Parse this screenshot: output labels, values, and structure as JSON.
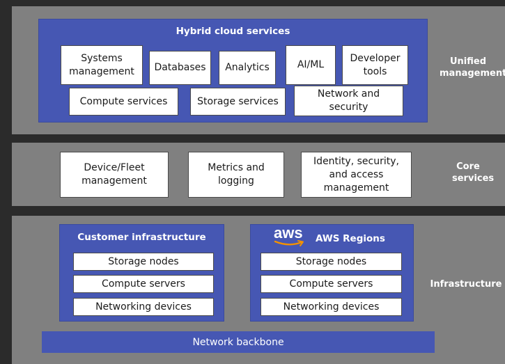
{
  "layers": {
    "unified": {
      "label": "Unified management",
      "hybrid_title": "Hybrid cloud services",
      "services": [
        "Systems management",
        "Databases",
        "Analytics",
        "AI/ML",
        "Developer tools",
        "Compute services",
        "Storage services",
        "Network and security"
      ]
    },
    "core": {
      "label": "Core services",
      "services": [
        "Device/Fleet management",
        "Metrics and logging",
        "Identity, security, and access management"
      ]
    },
    "infrastructure": {
      "label": "Infrastructure",
      "customer": {
        "title": "Customer infrastructure",
        "items": [
          "Storage nodes",
          "Compute servers",
          "Networking devices"
        ]
      },
      "aws": {
        "logo_text": "aws",
        "title": "AWS Regions",
        "items": [
          "Storage nodes",
          "Compute servers",
          "Networking devices"
        ]
      },
      "backbone": "Network backbone"
    }
  },
  "colors": {
    "layer_bg": "#808080",
    "separator": "#2b2b2b",
    "blue_panel": "#4657b3",
    "aws_smile": "#f29100"
  }
}
